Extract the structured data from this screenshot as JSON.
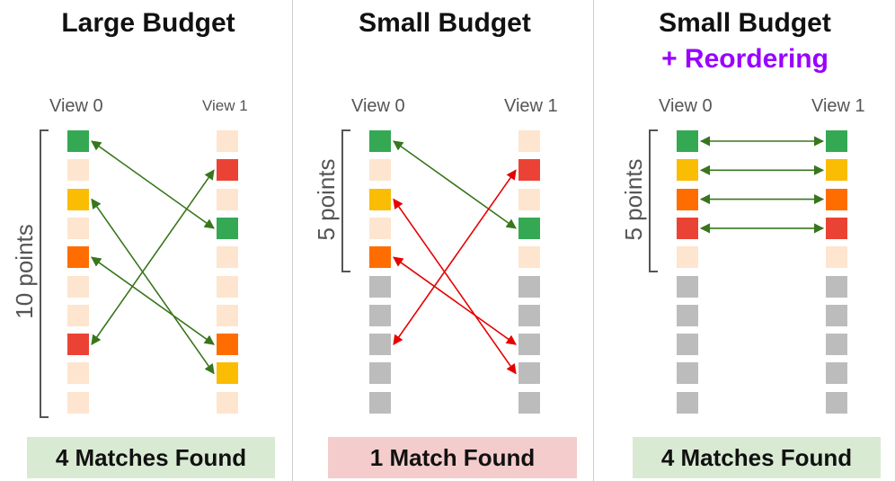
{
  "colors": {
    "green": "#34a853",
    "yellow": "#fbbc04",
    "orange": "#ff6d01",
    "red": "#ea4335",
    "peach": "#fde5cf",
    "gray": "#bcbcbc",
    "arrow_match": "#38761d",
    "arrow_mismatch": "#e60000",
    "reordering_text": "#9900ff",
    "result_good_bg": "#d9ead3",
    "result_bad_bg": "#f4cccc"
  },
  "panels": [
    {
      "title": "Large Budget",
      "subtitle": "",
      "view0_label": "View 0",
      "view1_label": "View 1",
      "points_label": "10 points",
      "budget": 10,
      "view0": [
        "green",
        "peach",
        "yellow",
        "peach",
        "orange",
        "peach",
        "peach",
        "red",
        "peach",
        "peach"
      ],
      "view1": [
        "peach",
        "red",
        "peach",
        "green",
        "peach",
        "peach",
        "peach",
        "orange",
        "yellow",
        "peach"
      ],
      "links": [
        {
          "from": 0,
          "to": 3,
          "type": "match"
        },
        {
          "from": 2,
          "to": 8,
          "type": "match"
        },
        {
          "from": 4,
          "to": 7,
          "type": "match"
        },
        {
          "from": 7,
          "to": 1,
          "type": "match"
        }
      ],
      "result": "4 Matches Found",
      "result_type": "good"
    },
    {
      "title": "Small Budget",
      "subtitle": "",
      "view0_label": "View 0",
      "view1_label": "View 1",
      "points_label": "5 points",
      "budget": 5,
      "view0": [
        "green",
        "peach",
        "yellow",
        "peach",
        "orange",
        "gray",
        "gray",
        "gray",
        "gray",
        "gray"
      ],
      "view1": [
        "peach",
        "red",
        "peach",
        "green",
        "peach",
        "gray",
        "gray",
        "gray",
        "gray",
        "gray"
      ],
      "links": [
        {
          "from": 0,
          "to": 3,
          "type": "match"
        },
        {
          "from": 2,
          "to": 8,
          "type": "mismatch"
        },
        {
          "from": 4,
          "to": 7,
          "type": "mismatch"
        },
        {
          "from": 7,
          "to": 1,
          "type": "mismatch"
        }
      ],
      "result": "1 Match Found",
      "result_type": "bad"
    },
    {
      "title": "Small Budget",
      "subtitle": "+ Reordering",
      "view0_label": "View 0",
      "view1_label": "View 1",
      "points_label": "5 points",
      "budget": 5,
      "view0": [
        "green",
        "yellow",
        "orange",
        "red",
        "peach",
        "gray",
        "gray",
        "gray",
        "gray",
        "gray"
      ],
      "view1": [
        "green",
        "yellow",
        "orange",
        "red",
        "peach",
        "gray",
        "gray",
        "gray",
        "gray",
        "gray"
      ],
      "links": [
        {
          "from": 0,
          "to": 0,
          "type": "match"
        },
        {
          "from": 1,
          "to": 1,
          "type": "match"
        },
        {
          "from": 2,
          "to": 2,
          "type": "match"
        },
        {
          "from": 3,
          "to": 3,
          "type": "match"
        }
      ],
      "result": "4 Matches Found",
      "result_type": "good"
    }
  ]
}
